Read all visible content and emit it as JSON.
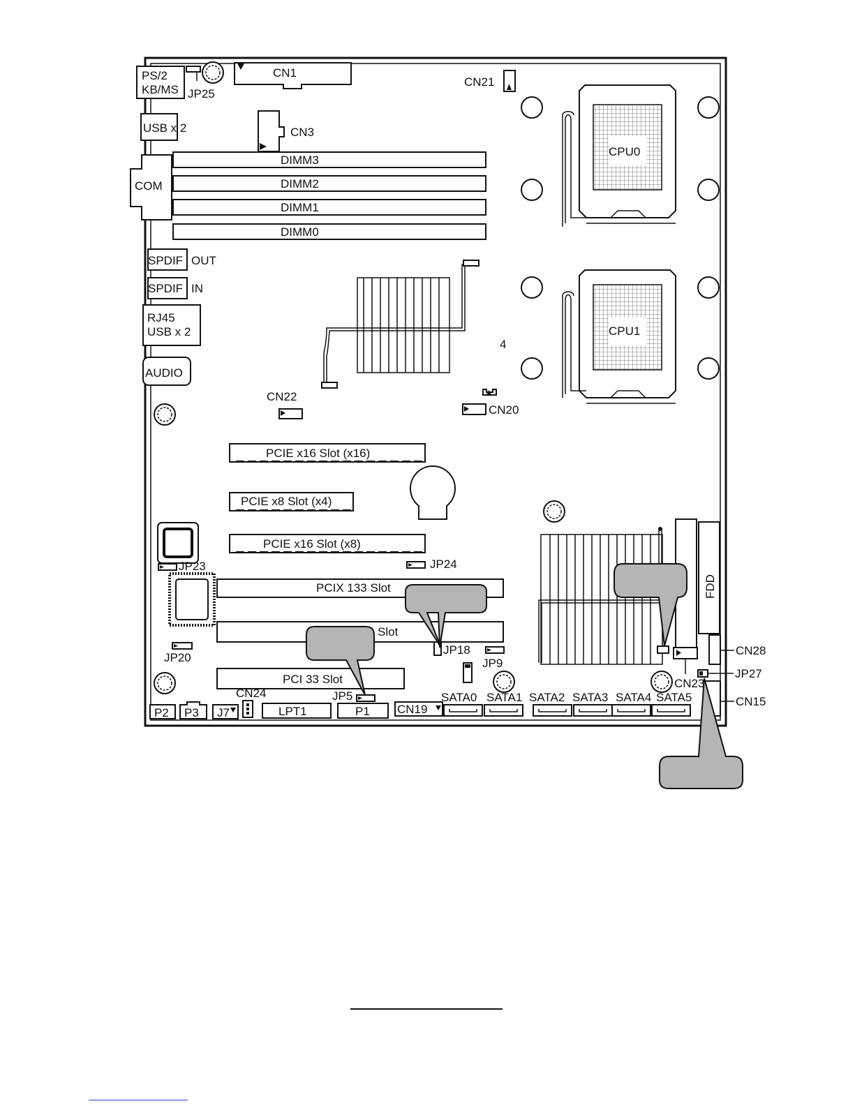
{
  "labels": {
    "ps2": "PS/2",
    "kbms": "KB/MS",
    "jp25": "JP25",
    "cn1": "CN1",
    "cn21": "CN21",
    "usb_top": "USB x 2",
    "cn3": "CN3",
    "dimm3": "DIMM3",
    "dimm2": "DIMM2",
    "dimm1": "DIMM1",
    "dimm0": "DIMM0",
    "com": "COM",
    "cpu0": "CPU0",
    "cpu1": "CPU1",
    "spdif_out_a": "SPDIF",
    "spdif_out_b": "OUT",
    "spdif_in_a": "SPDIF",
    "spdif_in_b": "IN",
    "rj45": "RJ45",
    "usb_rj45": "USB x 2",
    "audio": "AUDIO",
    "num4": "4",
    "cn22": "CN22",
    "cn20": "CN20",
    "pcie_x16_a": "PCIE x16 Slot (x16)",
    "pcie_x8": "PCIE x8 Slot (x4)",
    "pcie_x16_b": "PCIE x16 Slot (x8)",
    "jp23": "JP23",
    "jp24": "JP24",
    "pcix133": "PCIX 133 Slot",
    "slot": "Slot",
    "jp18": "JP18",
    "jp9": "JP9",
    "jp20": "JP20",
    "fdd": "FDD",
    "cn28": "CN28",
    "cn23": "CN23",
    "jp27": "JP27",
    "pci33": "PCI 33 Slot",
    "jp5": "JP5",
    "cn24": "CN24",
    "cn15": "CN15",
    "p2": "P2",
    "p3": "P3",
    "j7": "J7",
    "lpt1": "LPT1",
    "p1": "P1",
    "cn19": "CN19",
    "sata0": "SATA0",
    "sata1": "SATA1",
    "sata2": "SATA2",
    "sata3": "SATA3",
    "sata4": "SATA4",
    "sata5": "SATA5"
  },
  "colors": {
    "callout_fill": "#b5b5b5",
    "line": "#111111",
    "link_underline": "#2a3fd6"
  }
}
